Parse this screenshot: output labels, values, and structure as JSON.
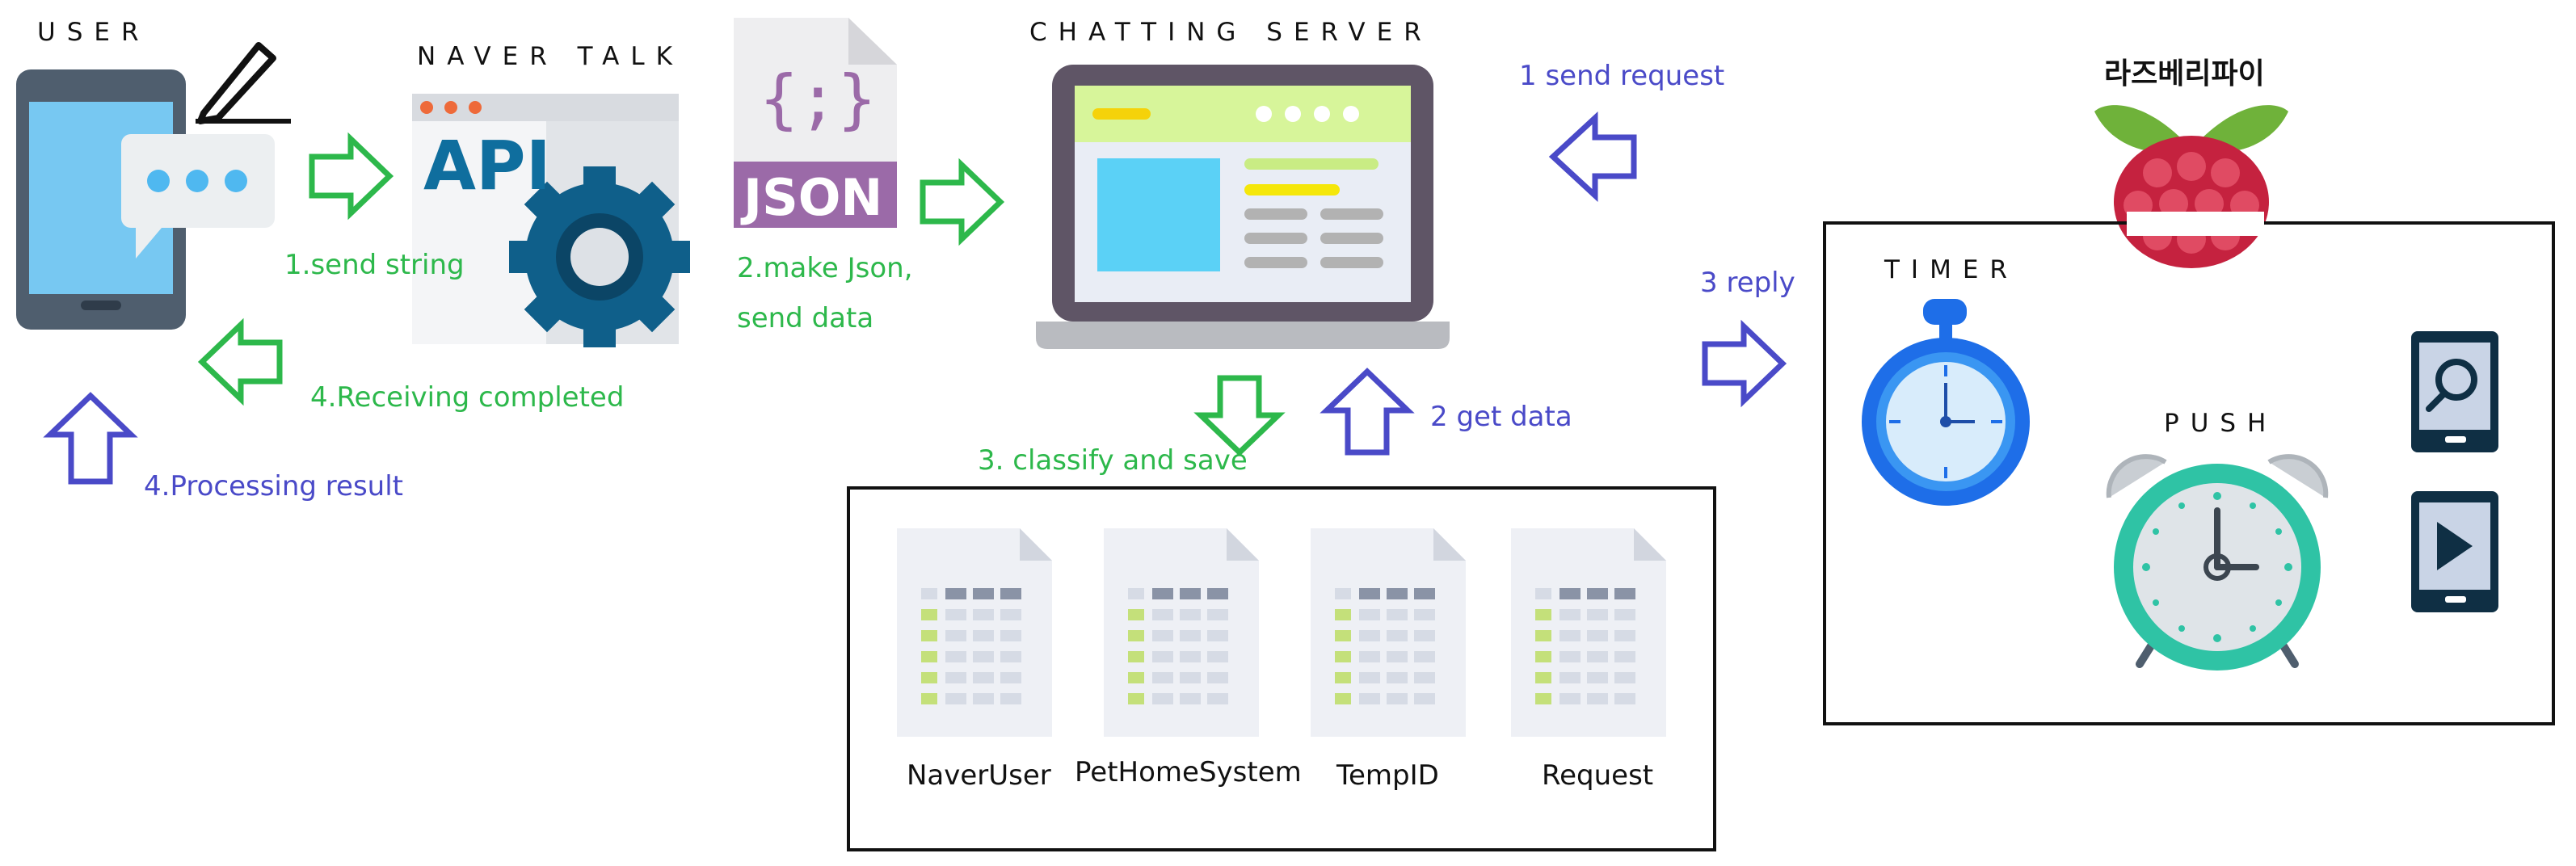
{
  "titles": {
    "user": "USER",
    "naver_talk": "NAVER TALK",
    "chatting_server": "CHATTING SERVER",
    "raspberry": "라즈베리파이",
    "timer": "TIMER",
    "push": "PUSH"
  },
  "icons": {
    "api_text": "API",
    "json_text": "JSON",
    "json_braces": "{;}"
  },
  "steps": {
    "send_string": "1.send string",
    "make_json_1": "2.make Json,",
    "make_json_2": "send data",
    "receiving": "4.Receiving completed",
    "processing": "4.Processing result",
    "classify": "3. classify and save",
    "get_data": "2 get data",
    "send_request": "1 send request",
    "reply": "3 reply"
  },
  "tables": [
    "NaverUser",
    "PetHomeSystem",
    "TempID",
    "Request"
  ],
  "colors": {
    "green_flow": "#2db84b",
    "blue_flow": "#4a4ac8",
    "api_blue": "#0f6e9e",
    "json_purple": "#9b6aa8",
    "server_screen": "#e9edf5",
    "raspberry_red": "#c5223f",
    "push_teal": "#2fc3a5",
    "timer_blue": "#1e6ee8"
  }
}
